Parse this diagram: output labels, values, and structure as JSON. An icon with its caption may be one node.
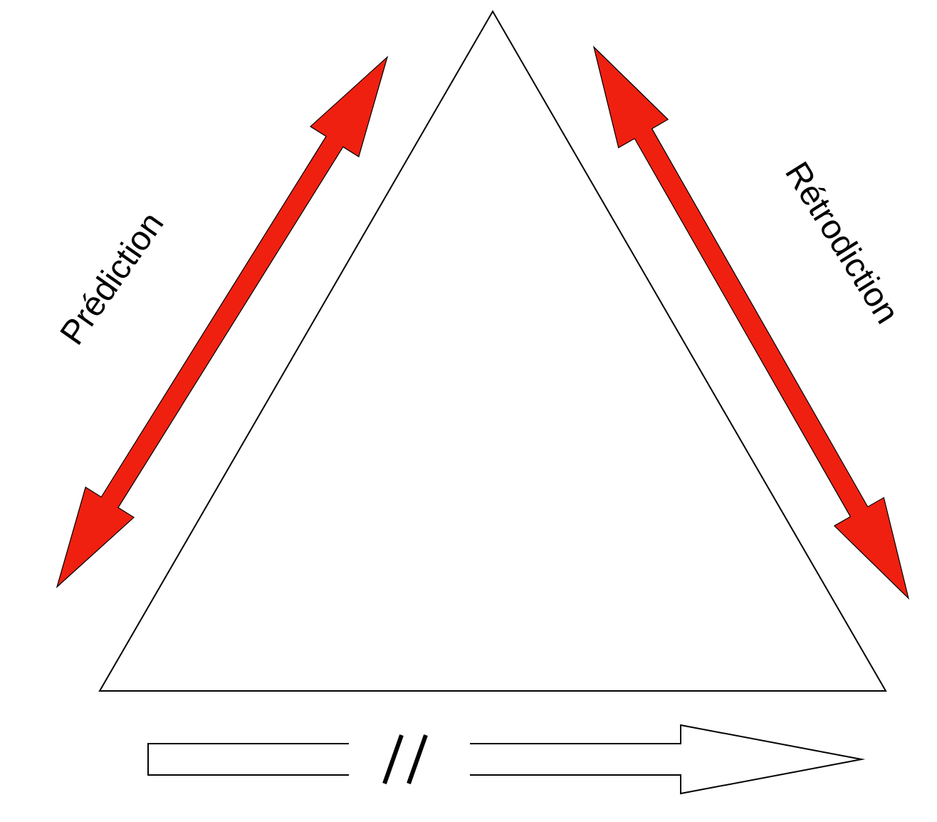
{
  "diagram": {
    "nodes": [
      {
        "text": [],
        "shape": "triangle"
      }
    ],
    "labels": [
      "Prédiction",
      "Rétrodiction"
    ]
  }
}
